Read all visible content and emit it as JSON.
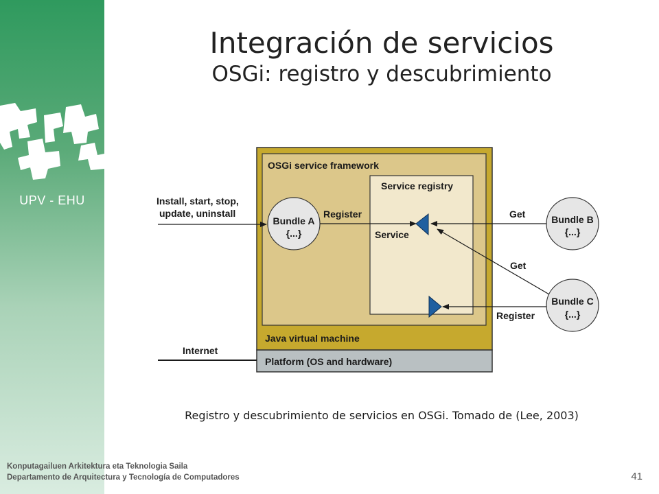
{
  "slide": {
    "title": "Integración de servicios",
    "subtitle": "OSGi: registro y descubrimiento",
    "logo_text": "UPV - EHU",
    "caption": "Registro y descubrimiento de servicios en OSGi. Tomado de (Lee, 2003)",
    "footer_line1": "Konputagailuen Arkitektura eta Teknologia Saila",
    "footer_line2": "Departamento de Arquitectura y Tecnología de Computadores",
    "page_number": "41"
  },
  "diagram": {
    "framework_label": "OSGi service framework",
    "registry_label": "Service registry",
    "jvm_label": "Java virtual machine",
    "platform_label": "Platform (OS and hardware)",
    "install_line1": "Install, start, stop,",
    "install_line2": "update, uninstall",
    "internet_label": "Internet",
    "bundle_a_name": "Bundle A",
    "bundle_a_body": "{...}",
    "bundle_b_name": "Bundle B",
    "bundle_b_body": "{...}",
    "bundle_c_name": "Bundle C",
    "bundle_c_body": "{...}",
    "register_a_label": "Register",
    "service_label": "Service",
    "get_b_label": "Get",
    "get_c_label": "Get",
    "register_c_label": "Register"
  },
  "colors": {
    "jvm_fill": "#c6a92e",
    "framework_fill": "#dcc78a",
    "registry_fill": "#f2e8cc",
    "platform_fill": "#b9c0c2",
    "bundle_fill": "#e6e6e6",
    "service_triangle": "#1f5fa0"
  }
}
